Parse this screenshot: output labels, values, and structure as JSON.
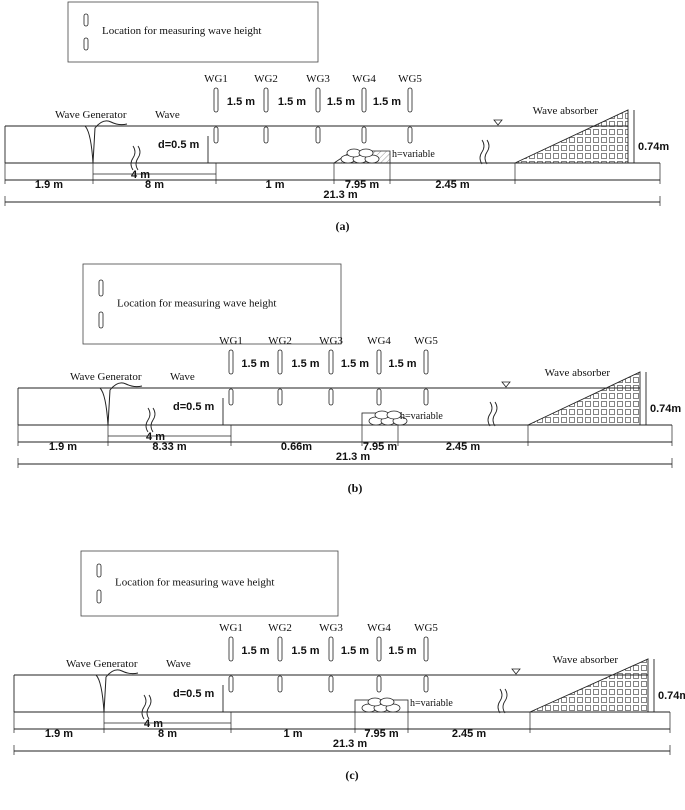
{
  "legend_label": "Location for measuring wave height",
  "gauge_labels": [
    "WG1",
    "WG2",
    "WG3",
    "WG4",
    "WG5"
  ],
  "gauge_spacing": [
    "1.5 m",
    "1.5 m",
    "1.5 m",
    "1.5 m"
  ],
  "wave_generator_label": "Wave Generator",
  "wave_label": "Wave",
  "depth_label": "d=0.5 m",
  "structure_height_label": "h=variable",
  "absorber_label": "Wave absorber",
  "absorber_height_label": "0.74m",
  "total_length_label": "21.3 m",
  "panels": [
    {
      "caption": "(a)",
      "segments": [
        "1.9 m",
        "8 m",
        "1 m",
        "7.95 m",
        "2.45 m"
      ],
      "gen_to_wg1": "4 m"
    },
    {
      "caption": "(b)",
      "segments": [
        "1.9 m",
        "8.33 m",
        "0.66m",
        "7.95 m",
        "2.45 m"
      ],
      "gen_to_wg1": "4 m"
    },
    {
      "caption": "(c)",
      "segments": [
        "1.9 m",
        "8 m",
        "1 m",
        "7.95 m",
        "2.45 m"
      ],
      "gen_to_wg1": "4 m"
    }
  ]
}
